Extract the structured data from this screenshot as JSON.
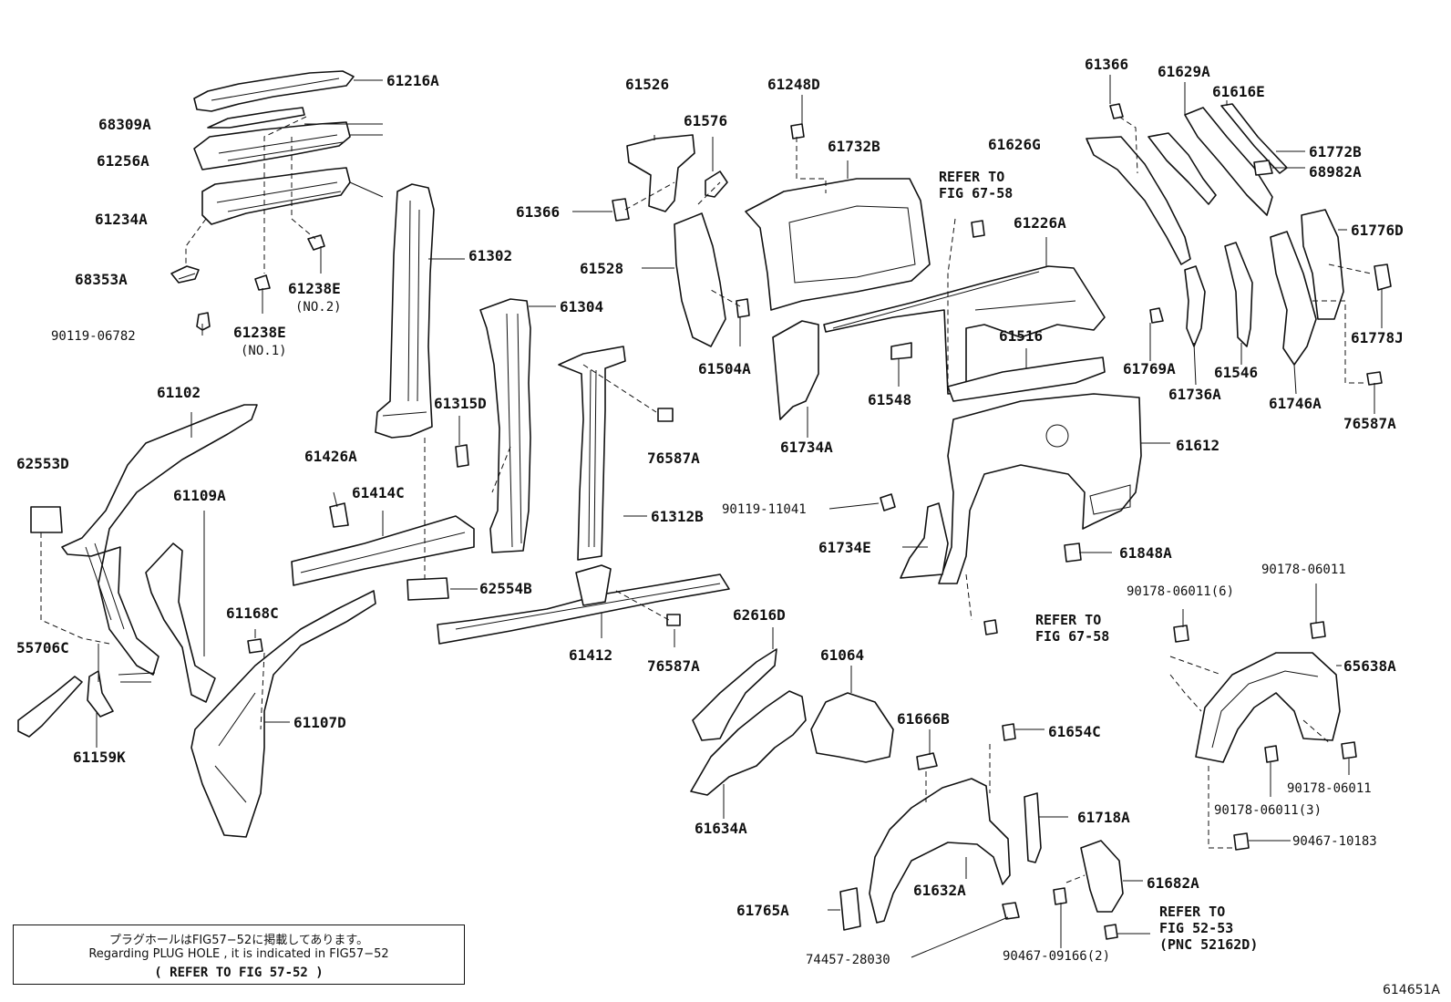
{
  "callouts": [
    {
      "id": "61216A",
      "text": "61216A"
    },
    {
      "id": "68309A",
      "text": "68309A"
    },
    {
      "id": "61256A",
      "text": "61256A"
    },
    {
      "id": "61234A",
      "text": "61234A"
    },
    {
      "id": "68353A",
      "text": "68353A"
    },
    {
      "id": "61238E_2",
      "text": "61238E"
    },
    {
      "id": "no2",
      "text": "(NO.2)"
    },
    {
      "id": "61238E_1",
      "text": "61238E"
    },
    {
      "id": "no1",
      "text": "(NO.1)"
    },
    {
      "id": "90119-06782",
      "text": "90119-06782"
    },
    {
      "id": "61302",
      "text": "61302"
    },
    {
      "id": "61304",
      "text": "61304"
    },
    {
      "id": "61102",
      "text": "61102"
    },
    {
      "id": "62553D",
      "text": "62553D"
    },
    {
      "id": "61109A",
      "text": "61109A"
    },
    {
      "id": "61426A",
      "text": "61426A"
    },
    {
      "id": "61414C",
      "text": "61414C"
    },
    {
      "id": "61315D",
      "text": "61315D"
    },
    {
      "id": "55706C",
      "text": "55706C"
    },
    {
      "id": "61168C",
      "text": "61168C"
    },
    {
      "id": "61107D",
      "text": "61107D"
    },
    {
      "id": "61159K",
      "text": "61159K"
    },
    {
      "id": "62554B",
      "text": "62554B"
    },
    {
      "id": "61312B",
      "text": "61312B"
    },
    {
      "id": "76587A_1",
      "text": "76587A"
    },
    {
      "id": "61412",
      "text": "61412"
    },
    {
      "id": "76587A_2",
      "text": "76587A"
    },
    {
      "id": "61526",
      "text": "61526"
    },
    {
      "id": "61576",
      "text": "61576"
    },
    {
      "id": "61366_1",
      "text": "61366"
    },
    {
      "id": "61528",
      "text": "61528"
    },
    {
      "id": "61504A",
      "text": "61504A"
    },
    {
      "id": "61248D",
      "text": "61248D"
    },
    {
      "id": "61732B",
      "text": "61732B"
    },
    {
      "id": "61734A",
      "text": "61734A"
    },
    {
      "id": "61548",
      "text": "61548"
    },
    {
      "id": "61516",
      "text": "61516"
    },
    {
      "id": "61226A",
      "text": "61226A"
    },
    {
      "id": "61612",
      "text": "61612"
    },
    {
      "id": "90119-11041",
      "text": "90119-11041"
    },
    {
      "id": "61734E",
      "text": "61734E"
    },
    {
      "id": "61848A",
      "text": "61848A"
    },
    {
      "id": "62616D",
      "text": "62616D"
    },
    {
      "id": "61064",
      "text": "61064"
    },
    {
      "id": "61634A",
      "text": "61634A"
    },
    {
      "id": "61666B",
      "text": "61666B"
    },
    {
      "id": "61654C",
      "text": "61654C"
    },
    {
      "id": "61718A",
      "text": "61718A"
    },
    {
      "id": "61632A",
      "text": "61632A"
    },
    {
      "id": "61682A",
      "text": "61682A"
    },
    {
      "id": "61765A",
      "text": "61765A"
    },
    {
      "id": "74457-28030",
      "text": "74457-28030"
    },
    {
      "id": "90467-09166",
      "text": "90467-09166(2)"
    },
    {
      "id": "61366_2",
      "text": "61366"
    },
    {
      "id": "61629A",
      "text": "61629A"
    },
    {
      "id": "61616E",
      "text": "61616E"
    },
    {
      "id": "61626G",
      "text": "61626G"
    },
    {
      "id": "61772B",
      "text": "61772B"
    },
    {
      "id": "68982A",
      "text": "68982A"
    },
    {
      "id": "61776D",
      "text": "61776D"
    },
    {
      "id": "61778J",
      "text": "61778J"
    },
    {
      "id": "61769A",
      "text": "61769A"
    },
    {
      "id": "61736A",
      "text": "61736A"
    },
    {
      "id": "61546",
      "text": "61546"
    },
    {
      "id": "61746A",
      "text": "61746A"
    },
    {
      "id": "76587A_3",
      "text": "76587A"
    },
    {
      "id": "90178-06011_top",
      "text": "90178-06011"
    },
    {
      "id": "90178-06011_6",
      "text": "90178-06011(6)"
    },
    {
      "id": "65638A",
      "text": "65638A"
    },
    {
      "id": "90178-06011_r",
      "text": "90178-06011"
    },
    {
      "id": "90178-06011_3",
      "text": "90178-06011(3)"
    },
    {
      "id": "90467-10183",
      "text": "90467-10183"
    }
  ],
  "references": [
    {
      "id": "ref_67_58_top",
      "line1": "REFER TO",
      "line2": "FIG 67-58"
    },
    {
      "id": "ref_67_58_bottom",
      "line1": "REFER TO",
      "line2": "FIG 67-58"
    },
    {
      "id": "ref_52_53",
      "line1": "REFER TO",
      "line2": "FIG 52-53",
      "line3": "(PNC 52162D)"
    }
  ],
  "note": {
    "line1": "プラグホールはFIG57−52に掲載してあります。",
    "line2": "Regarding  PLUG HOLE , it is indicated  in  FIG57−52",
    "line3": "(    REFER TO FIG 57-52  )"
  },
  "figure_id": "614651A"
}
